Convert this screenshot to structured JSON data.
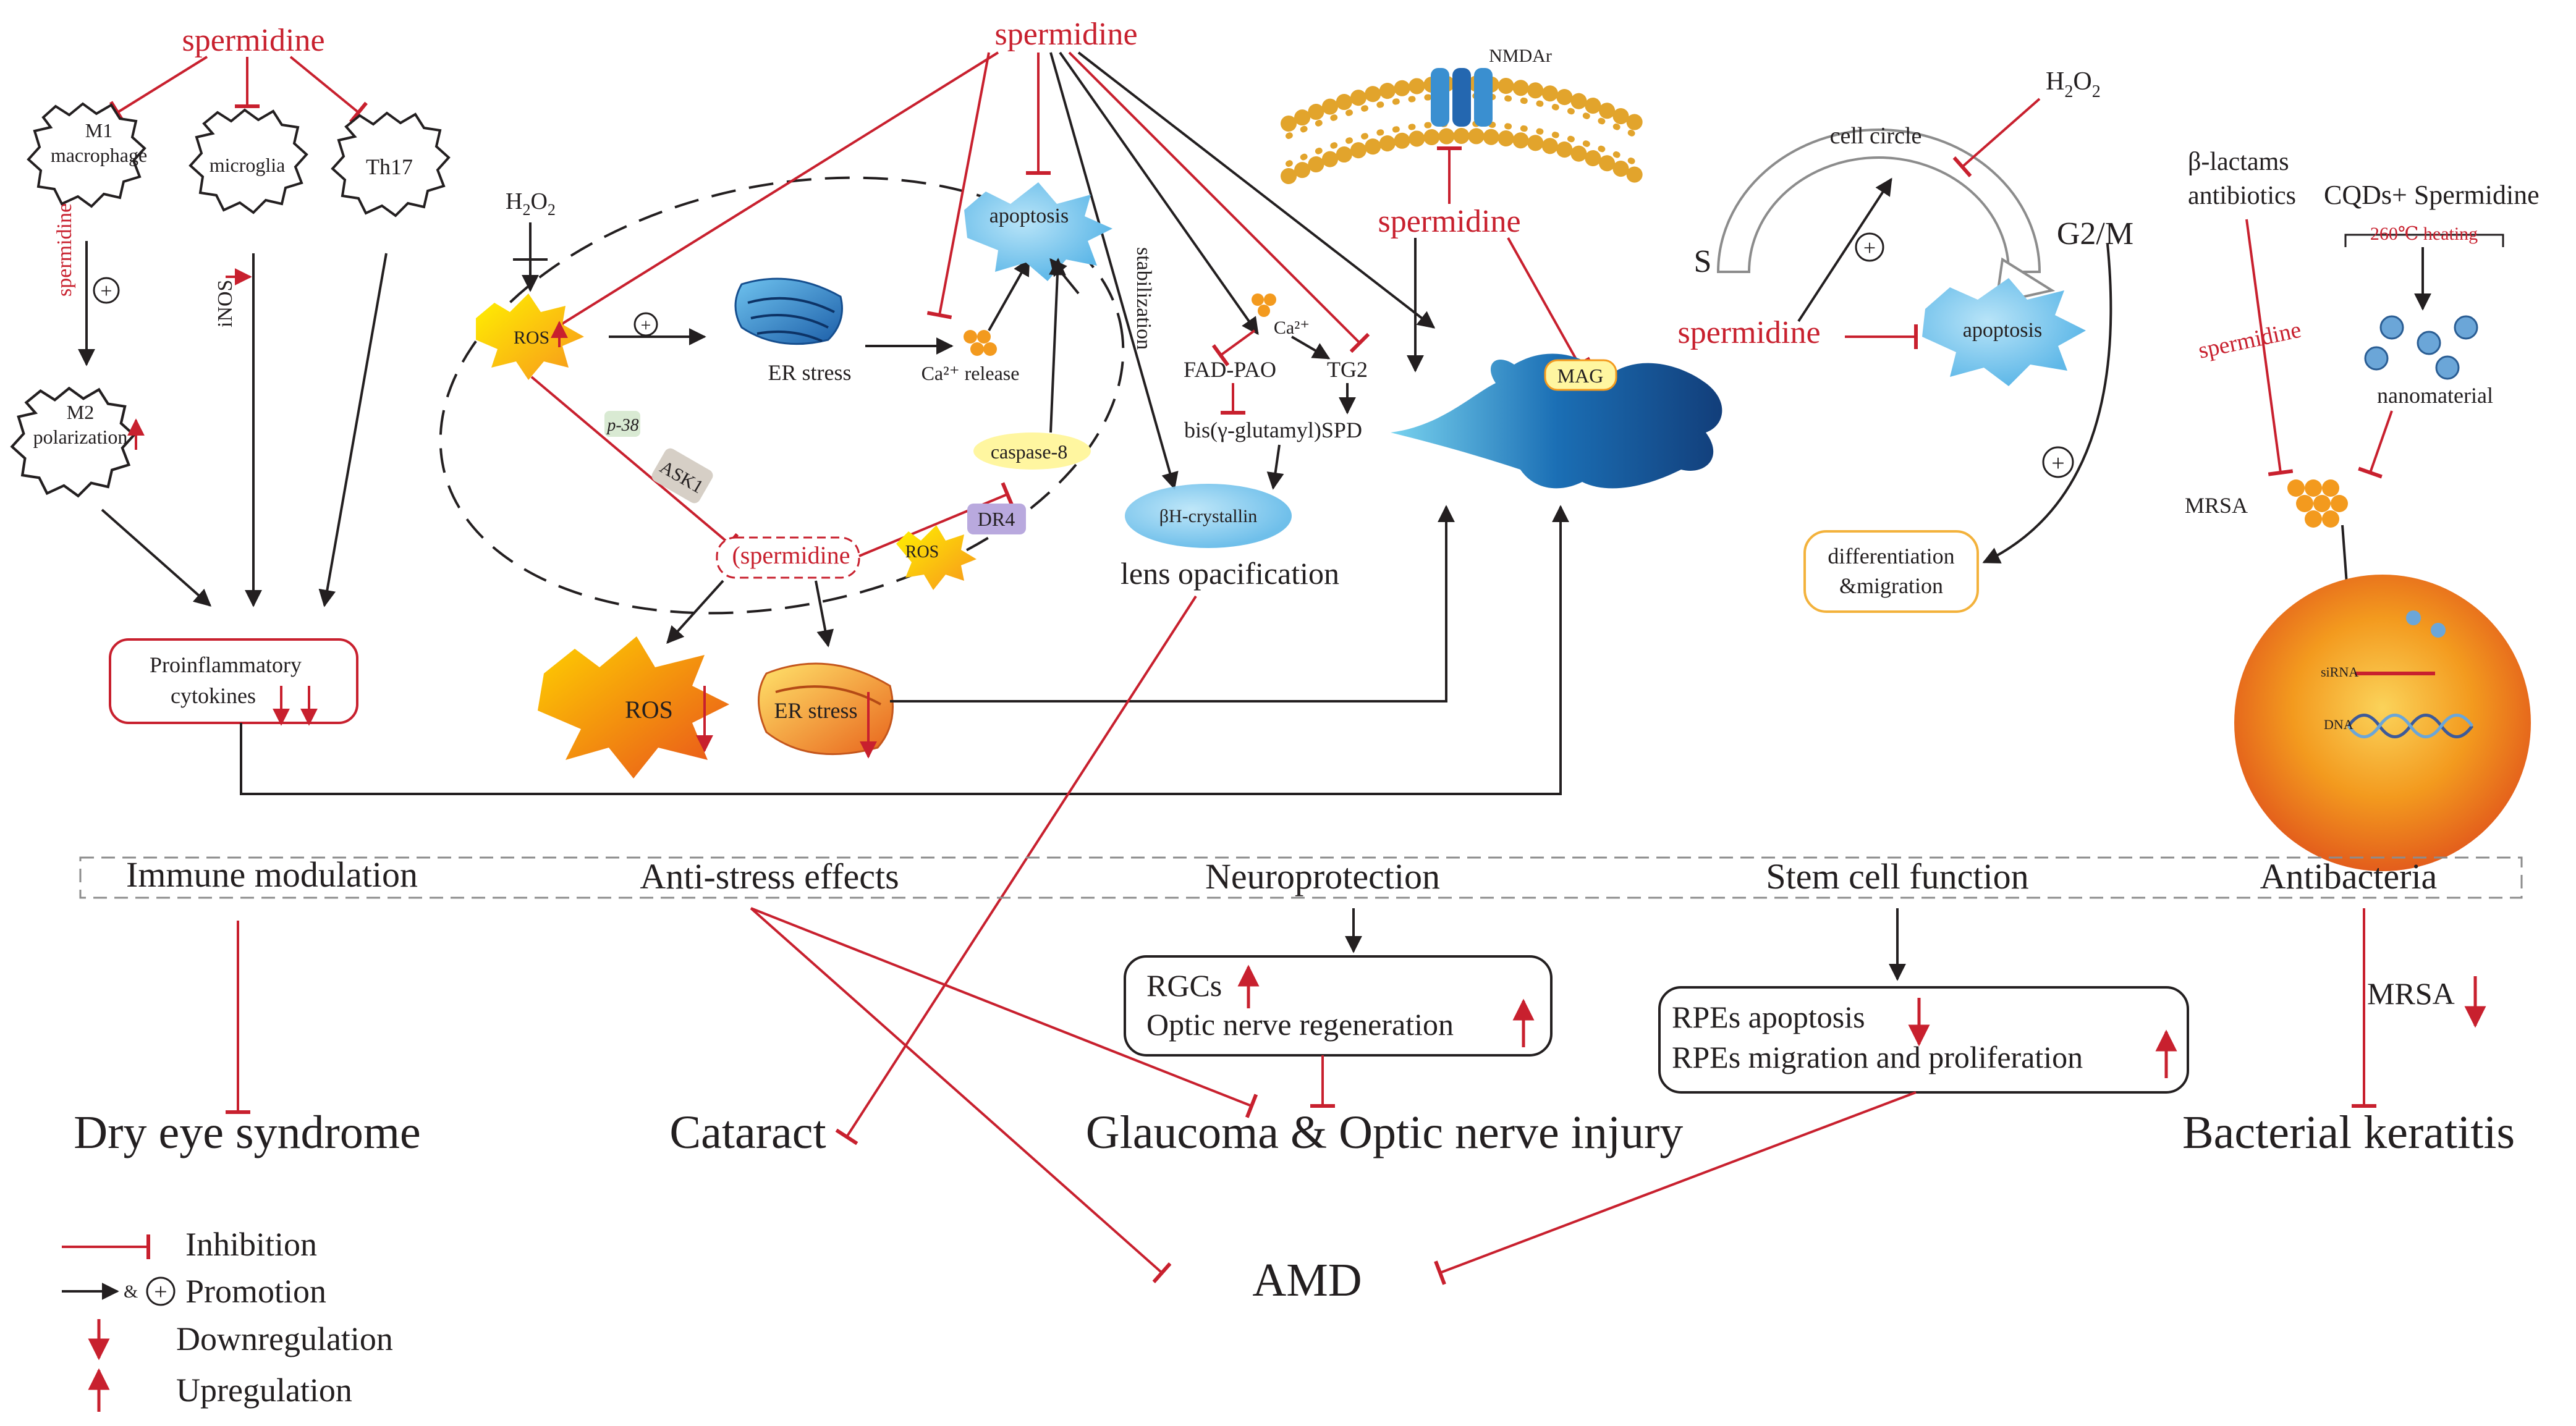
{
  "colors": {
    "red": "#c8202e",
    "black": "#231f20",
    "cell_blue": "#2d7fc0",
    "yellow": "#fff6a0",
    "orange": "#f39a1e"
  },
  "labels": {
    "spermidine": "spermidine",
    "spermidine_paren": "(spermidine",
    "m1": "M1",
    "macrophage": "macrophage",
    "microglia": "microglia",
    "th17": "Th17",
    "m2": "M2",
    "polarization": "polarization",
    "inos": "iNOS",
    "proinflammatory": "Proinflammatory",
    "cytokines": "cytokines",
    "h2o2": "H2O2",
    "ros": "ROS",
    "er_stress": "ER stress",
    "ca_release": "Ca²⁺ release",
    "apoptosis": "apoptosis",
    "p38": "p-38",
    "ask1": "ASK1",
    "caspase8": "caspase-8",
    "dr4": "DR4",
    "stabilization": "stabilization",
    "ca": "Ca²⁺",
    "fad_pao": "FAD-PAO",
    "tg2": "TG2",
    "bis_spd": "bis(γ-glutamyl)SPD",
    "bh_crystallin": "βH-crystallin",
    "lens_opacification": "lens opacification",
    "nmdar": "NMDAr",
    "mag": "MAG",
    "cell_circle": "cell circle",
    "s_phase": "S",
    "g2m": "G2/M",
    "differentiation": "differentiation",
    "migration": "&migration",
    "beta_lactams": "β-lactams",
    "antibiotics": "antibiotics",
    "cqds": "CQDs+ Spermidine",
    "heating": "260℃  heating",
    "nanomaterial": "nanomaterial",
    "mrsa": "MRSA",
    "sirna": "siRNA",
    "dna": "DNA"
  },
  "categories": {
    "immune": "Immune modulation",
    "anti_stress": "Anti-stress effects",
    "neuro": "Neuroprotection",
    "stem": "Stem cell function",
    "antibacteria": "Antibacteria"
  },
  "outcomes": {
    "rgcs": "RGCs",
    "optic_regen": "Optic nerve regeneration",
    "rpe_apoptosis": "RPEs apoptosis",
    "rpe_migration": "RPEs migration and proliferation",
    "mrsa": "MRSA"
  },
  "diseases": {
    "dry_eye": "Dry eye syndrome",
    "cataract": "Cataract",
    "glaucoma": "Glaucoma & Optic nerve injury",
    "keratitis": "Bacterial keratitis",
    "amd": "AMD"
  },
  "legend": {
    "inhibition": "Inhibition",
    "and": "&",
    "promotion": "Promotion",
    "down": "Downregulation",
    "up": "Upregulation"
  }
}
